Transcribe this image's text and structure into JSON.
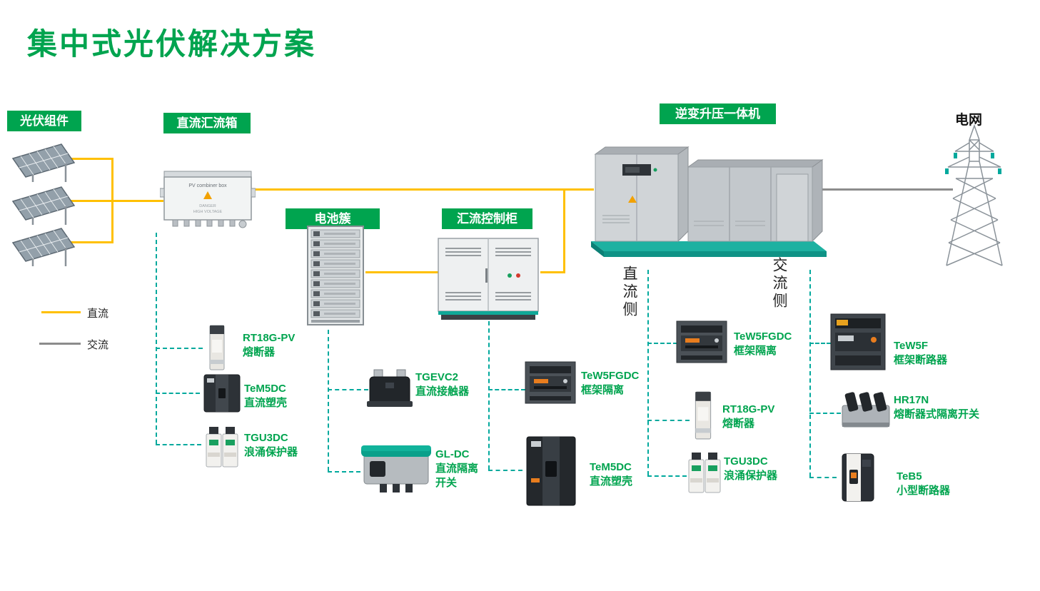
{
  "page": {
    "title": "集中式光伏解决方案"
  },
  "blocks": {
    "pv_modules": "光伏组件",
    "dc_combiner_box": "直流汇流箱",
    "battery_cluster": "电池簇",
    "combiner_control_cabinet": "汇流控制柜",
    "inverter_booster": "逆变升压一体机",
    "grid": "电网"
  },
  "sides": {
    "dc_side": "直流侧",
    "ac_side": "交流侧"
  },
  "legend": {
    "dc": "直流",
    "ac": "交流"
  },
  "combiner_box_graphic": {
    "title": "PV combiner box",
    "warning1": "DANGER",
    "warning2": "HIGH VOLTAGE"
  },
  "components": [
    {
      "name": "RT18G-PV",
      "desc": "熔断器"
    },
    {
      "name": "TeM5DC",
      "desc": "直流塑壳"
    },
    {
      "name": "TGU3DC",
      "desc": "浪涌保护器"
    },
    {
      "name": "TGEVC2",
      "desc": "直流接触器"
    },
    {
      "name": "GL-DC",
      "desc": "直流隔离开关"
    },
    {
      "name": "TeW5FGDC",
      "desc": "框架隔离"
    },
    {
      "name": "TeM5DC",
      "desc": "直流塑壳"
    },
    {
      "name": "TeW5FGDC",
      "desc": "框架隔离"
    },
    {
      "name": "RT18G-PV",
      "desc": "熔断器"
    },
    {
      "name": "TGU3DC",
      "desc": "浪涌保护器"
    },
    {
      "name": "TeW5F",
      "desc": "框架断路器"
    },
    {
      "name": "HR17N",
      "desc": "熔断器式隔离开关"
    },
    {
      "name": "TeB5",
      "desc": "小型断路器"
    }
  ],
  "colors": {
    "brand_green": "#00A44F",
    "teal": "#00A99D",
    "dc_line_yellow": "#FFC000",
    "ac_line_gray": "#8C8C8C"
  }
}
